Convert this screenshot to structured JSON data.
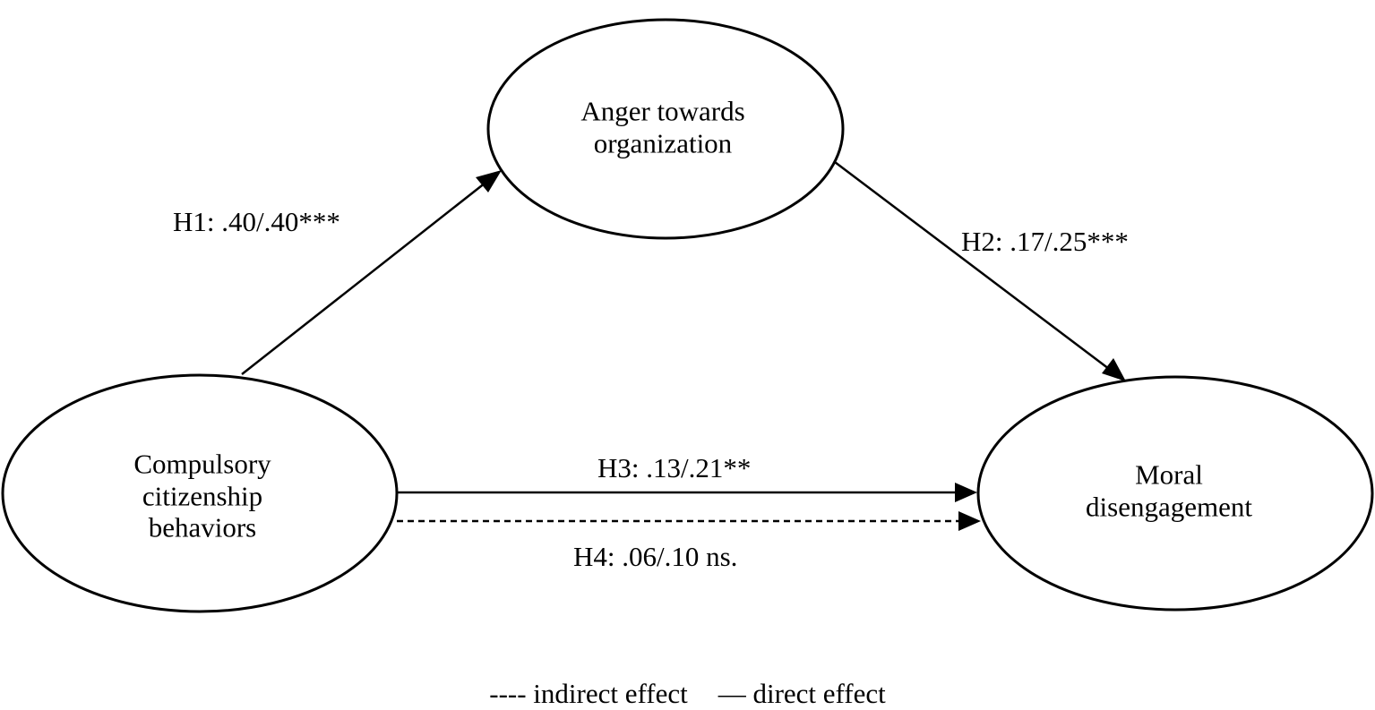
{
  "nodes": {
    "anger": {
      "lines": [
        "Anger towards",
        "organization"
      ]
    },
    "ccb": {
      "lines": [
        "Compulsory",
        "citizenship",
        "behaviors"
      ]
    },
    "moral": {
      "lines": [
        "Moral",
        "disengagement"
      ]
    }
  },
  "edges": {
    "h1": {
      "label": "H1: .40/.40***",
      "style": "solid"
    },
    "h2": {
      "label": "H2: .17/.25***",
      "style": "solid"
    },
    "h3": {
      "label": "H3: .13/.21**",
      "style": "solid"
    },
    "h4": {
      "label": "H4: .06/.10 ns.",
      "style": "dashed"
    }
  },
  "legend": {
    "indirect": "---- indirect effect",
    "direct": "— direct effect"
  }
}
